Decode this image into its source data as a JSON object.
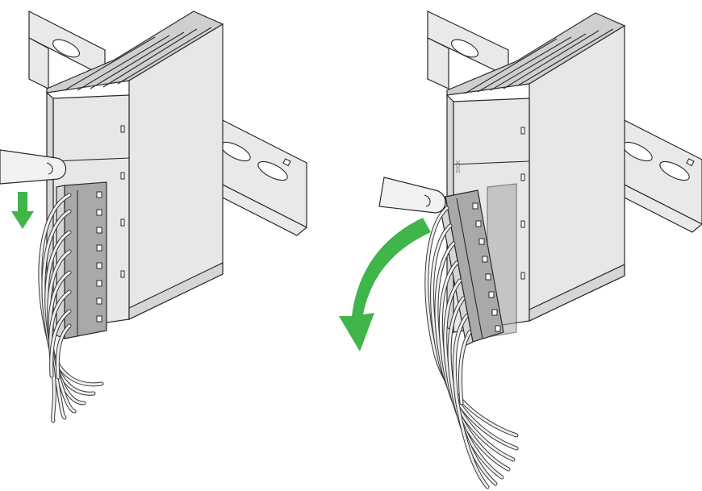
{
  "figure": {
    "panels": [
      {
        "id": "left",
        "step": "press-release-lever",
        "arrow": "straight-down"
      },
      {
        "id": "right",
        "step": "swing-out-plug-connector",
        "arrow": "curved-down"
      }
    ],
    "colors": {
      "arrow": "#3fb54a",
      "device": "#e7e7e7",
      "outline": "#2a2a2a",
      "terminal": "#a9a9a9"
    },
    "device_label": "SICK"
  }
}
